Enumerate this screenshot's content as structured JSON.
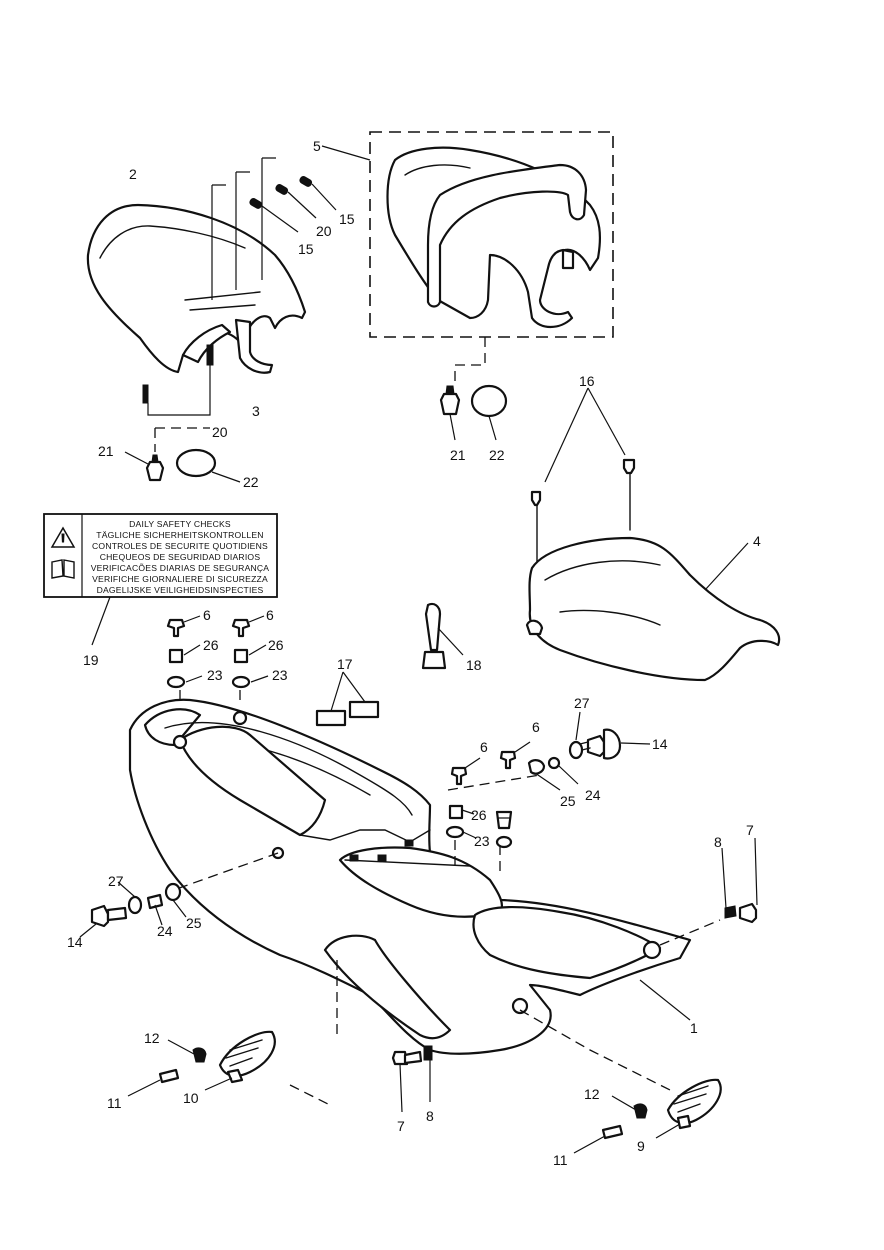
{
  "callouts": {
    "c1": "1",
    "c2": "2",
    "c3": "3",
    "c4": "4",
    "c5": "5",
    "c6": "6",
    "c7": "7",
    "c8": "8",
    "c9": "9",
    "c10": "10",
    "c11": "11",
    "c12": "12",
    "c14": "14",
    "c15": "15",
    "c16": "16",
    "c17": "17",
    "c18": "18",
    "c19": "19",
    "c20": "20",
    "c21": "21",
    "c22": "22",
    "c23": "23",
    "c24": "24",
    "c25": "25",
    "c26": "26",
    "c27": "27"
  },
  "label": {
    "lines": [
      "DAILY SAFETY CHECKS",
      "TÄGLICHE SICHERHEITSKONTROLLEN",
      "CONTROLES DE SECURITE QUOTIDIENS",
      "CHEQUEOS DE SEGURIDAD DIARIOS",
      "VERIFICACÕES DIARIAS DE SEGURANÇA",
      "VERIFICHE GIORNALIERE DI SICUREZZA",
      "DAGELIJSKE VEILIGHEIDSINSPECTIES"
    ]
  }
}
